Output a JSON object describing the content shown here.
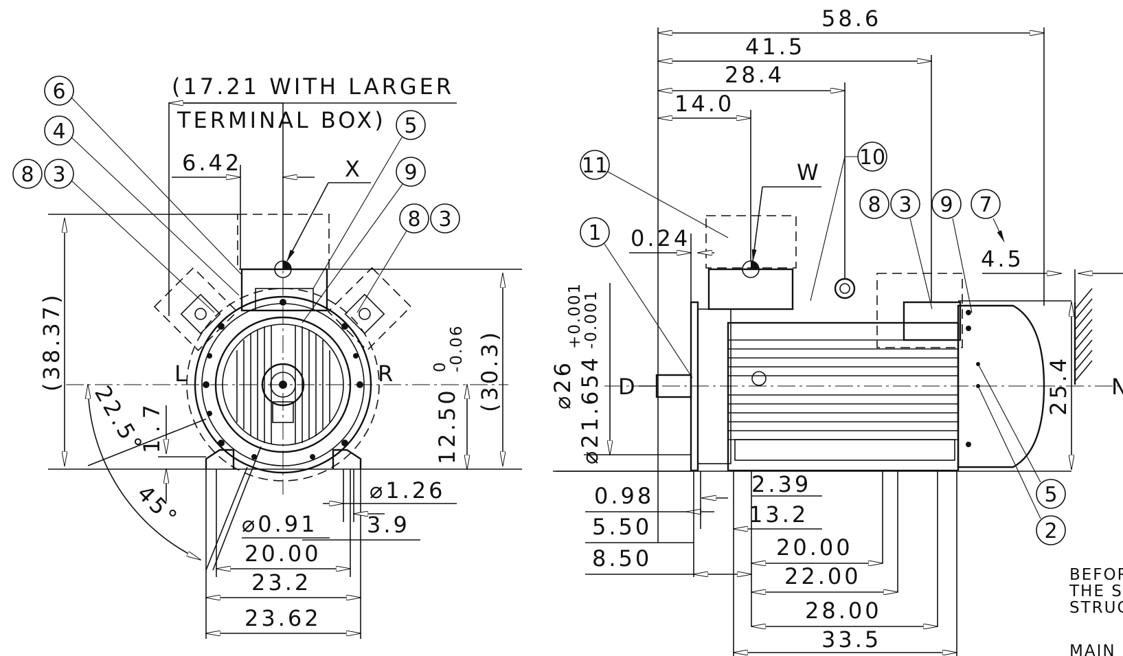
{
  "front_view": {
    "terminal_note_line1": "(17.21 WITH LARGER",
    "terminal_note_line2": "TERMINAL BOX)",
    "dim_6_42": "6.42",
    "dim_38_37": "(38.37)",
    "dim_22_5": "22.5°",
    "dim_1_7": "1.7",
    "dim_45": "45°",
    "dim_12_50": "12.50",
    "dim_12_50_tol_upper": "0",
    "dim_12_50_tol_lower": "-0.06",
    "dim_30_3": "(30.3)",
    "dim_d1_26": "⌀1.26",
    "dim_d0_91": "⌀0.91",
    "dim_3_9": "3.9",
    "dim_20_00": "20.00",
    "dim_23_2": "23.2",
    "dim_23_62": "23.62",
    "label_x": "X",
    "label_l": "L",
    "label_r": "R",
    "balloons": [
      "6",
      "4",
      "8",
      "3",
      "5",
      "9",
      "8",
      "3"
    ]
  },
  "side_view": {
    "dim_58_6": "58.6",
    "dim_41_5": "41.5",
    "dim_28_4": "28.4",
    "dim_14_0": "14.0",
    "dim_0_24": "0.24",
    "dim_4_5": "4.5",
    "dim_d26": "⌀26",
    "dim_d21_654": "⌀21.654",
    "dim_d21_654_tol_upper": "+0.001",
    "dim_d21_654_tol_lower": "-0.001",
    "dim_25_4": "25.4",
    "dim_0_98": "0.98",
    "dim_5_50": "5.50",
    "dim_8_50": "8.50",
    "dim_2_39": "2.39",
    "dim_13_2": "13.2",
    "dim_20_00": "20.00",
    "dim_22_00": "22.00",
    "dim_28_00": "28.00",
    "dim_33_5": "33.5",
    "label_w": "W",
    "label_d": "D",
    "label_n": "N",
    "balloons": [
      "11",
      "10",
      "1",
      "8",
      "3",
      "9",
      "7",
      "5",
      "2"
    ]
  },
  "notes": {
    "line1": "BEFOR",
    "line2": "THE S",
    "line3": "STRUC",
    "line4": "MAIN"
  }
}
